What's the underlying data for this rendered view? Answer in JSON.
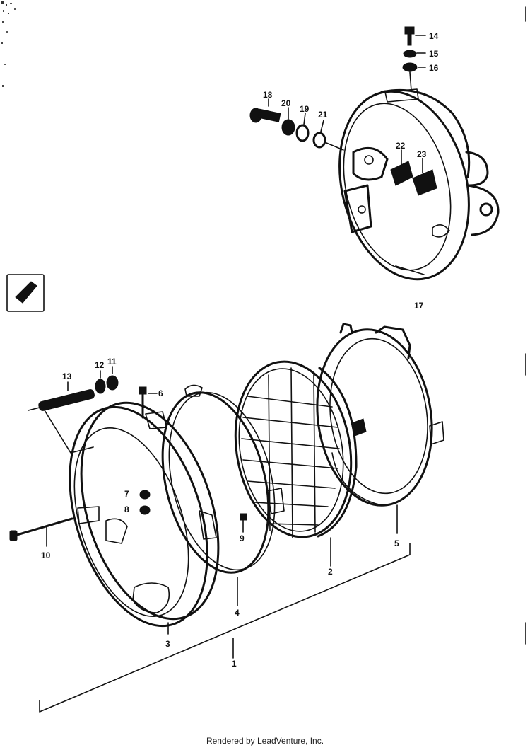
{
  "footer": "Rendered by LeadVenture, Inc.",
  "parts": {
    "p1": "1",
    "p2": "2",
    "p3": "3",
    "p4": "4",
    "p5": "5",
    "p6": "6",
    "p7": "7",
    "p8": "8",
    "p9": "9",
    "p10": "10",
    "p11": "11",
    "p12": "12",
    "p13": "13",
    "p14": "14",
    "p15": "15",
    "p16": "16",
    "p17": "17",
    "p18": "18",
    "p19": "19",
    "p20": "20",
    "p21": "21",
    "p22": "22",
    "p23": "23"
  },
  "colors": {
    "ink": "#111111",
    "paper": "#ffffff"
  }
}
